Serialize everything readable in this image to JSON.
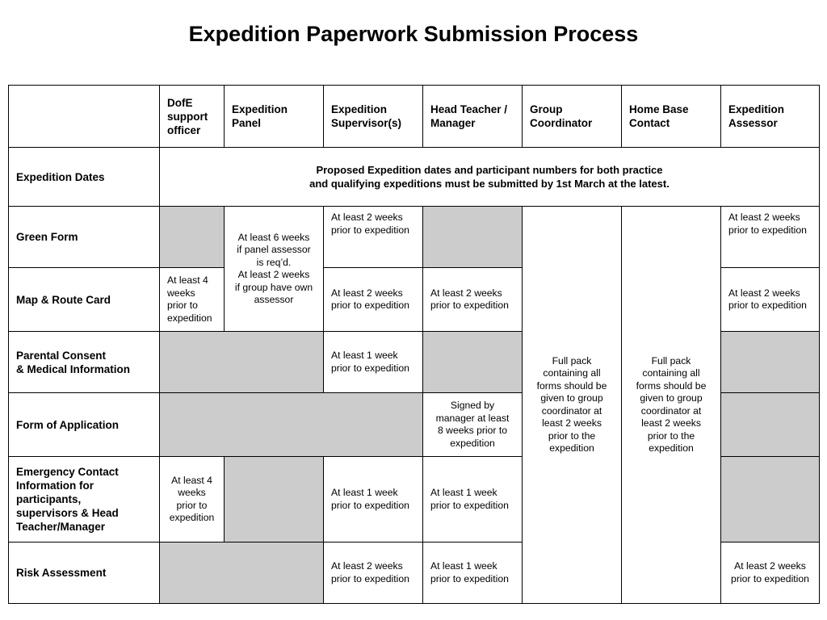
{
  "title": "Expedition Paperwork Submission Process",
  "columns": [
    "DofE\nsupport\nofficer",
    "Expedition\nPanel",
    "Expedition\nSupervisor(s)",
    "Head Teacher /\nManager",
    "Group\nCoordinator",
    "Home Base\nContact",
    "Expedition\nAssessor"
  ],
  "rows": {
    "expedition_dates": {
      "label": "Expedition Dates",
      "note": "Proposed Expedition dates and participant numbers for both practice\nand qualifying expeditions must be submitted by 1st March at the latest."
    },
    "green_form": {
      "label": "Green Form",
      "supervisor": "At least 2 weeks\nprior to expedition",
      "assessor": "At least 2 weeks\nprior to expedition"
    },
    "panel_merged": "At least 6 weeks\nif panel assessor\nis req’d.\nAt least 2 weeks\nif group have own\nassessor",
    "coordinator_merged": "Full pack\ncontaining all\nforms should be\ngiven to group\ncoordinator at\nleast 2 weeks\nprior to the\nexpedition",
    "home_base_merged": "Full pack\ncontaining all\nforms should be\ngiven to group\ncoordinator at\nleast 2 weeks\nprior to the\nexpedition",
    "map_route": {
      "label": "Map & Route Card",
      "dofe": "At least 4\nweeks\nprior to\nexpedition",
      "supervisor": "At least 2 weeks\nprior to expedition",
      "head_teacher": "At least 2 weeks\nprior to expedition",
      "assessor": "At least 2 weeks\nprior to expedition"
    },
    "parental_consent": {
      "label": "Parental Consent\n& Medical Information",
      "supervisor": "At least 1 week\nprior to expedition"
    },
    "form_of_application": {
      "label": "Form of Application",
      "head_teacher": "Signed by\nmanager at least\n8 weeks prior to\nexpedition"
    },
    "emergency_contact": {
      "label": "Emergency Contact\nInformation for\nparticipants,\nsupervisors & Head\nTeacher/Manager",
      "dofe": "At least 4\nweeks\nprior to\nexpedition",
      "supervisor": "At least 1 week\nprior to expedition",
      "head_teacher": "At least 1 week\nprior to expedition"
    },
    "risk_assessment": {
      "label": "Risk Assessment",
      "supervisor": "At least 2 weeks\nprior to expedition",
      "head_teacher": "At least 1 week\nprior to expedition",
      "assessor": "At least 2 weeks\nprior to expedition"
    }
  },
  "colors": {
    "shade": "#cccccc",
    "border": "#000000",
    "background": "#ffffff"
  }
}
